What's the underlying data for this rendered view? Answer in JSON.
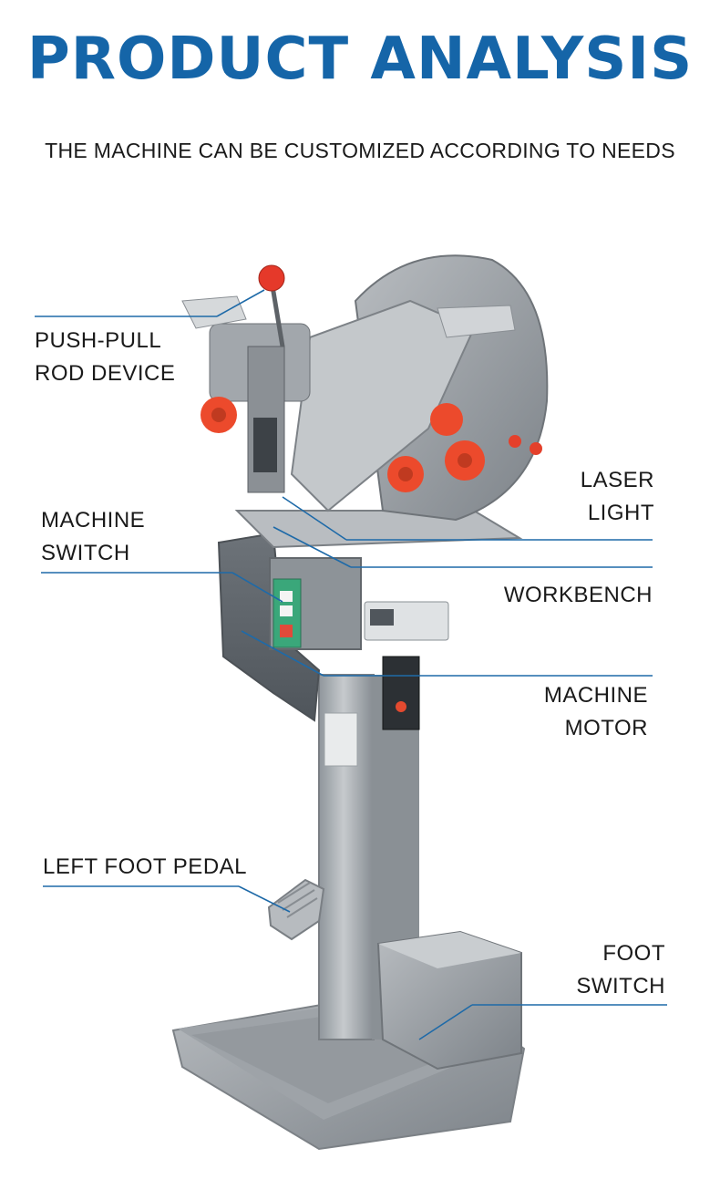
{
  "header": {
    "title": "PRODUCT ANALYSIS",
    "subtitle": "THE MACHINE CAN BE CUSTOMIZED ACCORDING TO NEEDS"
  },
  "callouts": {
    "push_pull": {
      "line1": "PUSH-PULL",
      "line2": "ROD DEVICE"
    },
    "machine_switch": {
      "line1": "MACHINE",
      "line2": "SWITCH"
    },
    "laser_light": {
      "line1": "LASER",
      "line2": "LIGHT"
    },
    "workbench": {
      "line1": "WORKBENCH"
    },
    "machine_motor": {
      "line1": "MACHINE",
      "line2": "MOTOR"
    },
    "left_foot_pedal": {
      "line1": "LEFT FOOT PEDAL"
    },
    "foot_switch": {
      "line1": "FOOT",
      "line2": "SWITCH"
    }
  },
  "colors": {
    "title": "#1565a8",
    "callout_line": "#1e6aa8",
    "machine_body": "#a9aeb3",
    "accent_red": "#e8452c"
  }
}
